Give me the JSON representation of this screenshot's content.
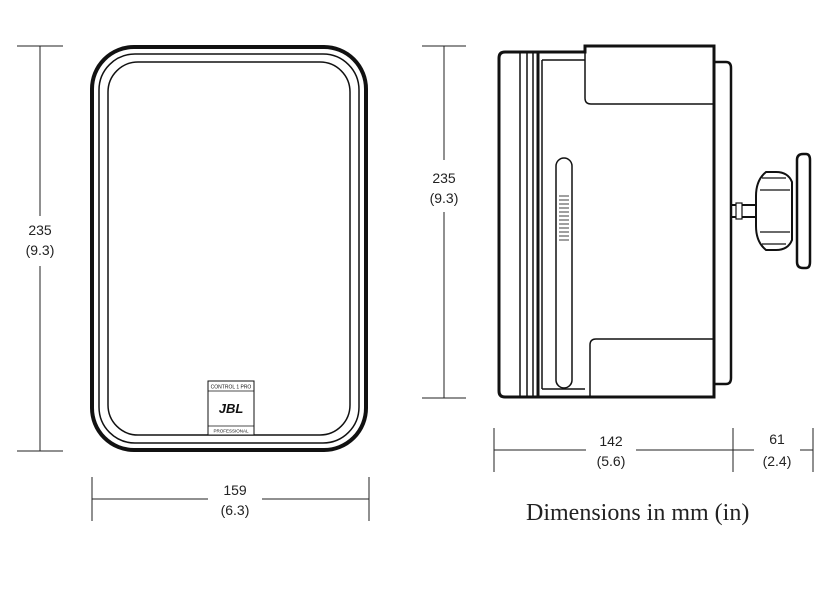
{
  "caption": "Dimensions in mm (in)",
  "front_view": {
    "height": {
      "mm": "235",
      "in": "(9.3)"
    },
    "width": {
      "mm": "159",
      "in": "(6.3)"
    },
    "badge": {
      "model": "CONTROL 1 PRO",
      "brand": "JBL",
      "line": "PROFESSIONAL"
    }
  },
  "side_view": {
    "height": {
      "mm": "235",
      "in": "(9.3)"
    },
    "depth": {
      "mm": "142",
      "in": "(5.6)"
    },
    "bracket": {
      "mm": "61",
      "in": "(2.4)"
    }
  }
}
